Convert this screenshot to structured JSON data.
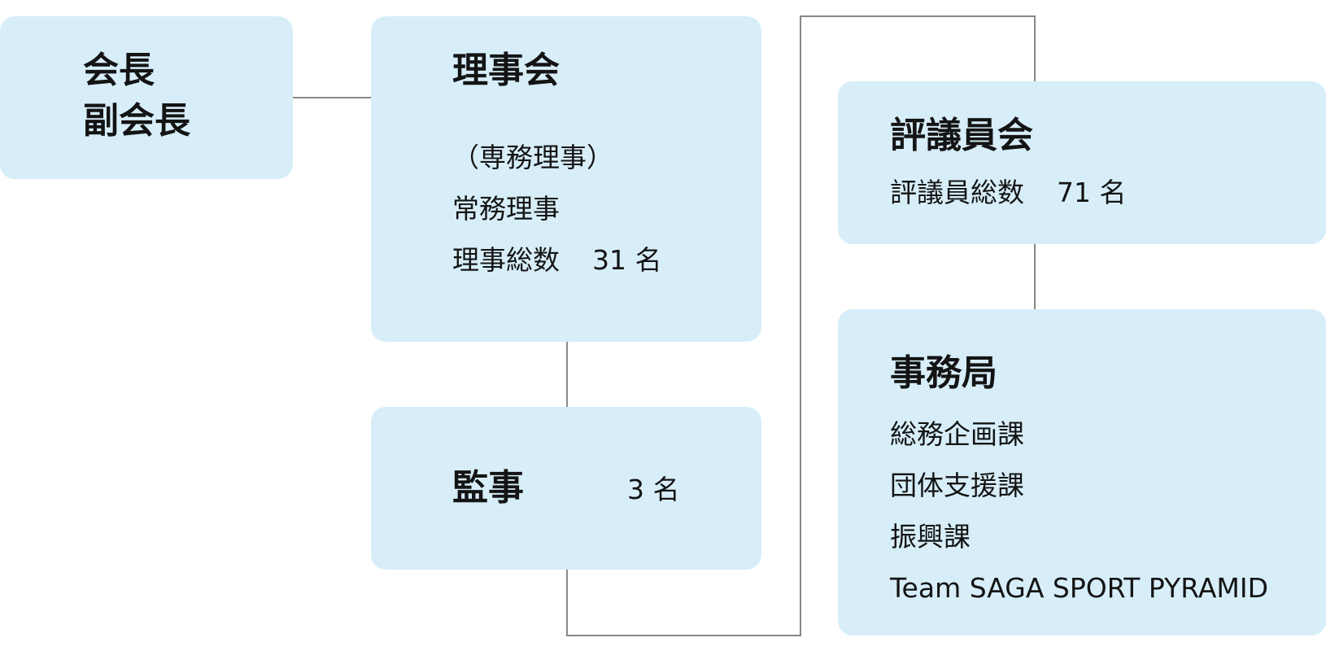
{
  "colors": {
    "box_fill": "#d7eef9",
    "connector": "#888888",
    "text": "#141414"
  },
  "president": {
    "line1": "会長",
    "line2": "副会長"
  },
  "board": {
    "title": "理事会",
    "items": [
      "（専務理事）",
      "常務理事"
    ],
    "total_label": "理事総数",
    "total_value": "31 名"
  },
  "auditor": {
    "title": "監事",
    "count": "3 名"
  },
  "councilors": {
    "title": "評議員会",
    "total_label": "評議員総数",
    "total_value": "71 名"
  },
  "secretariat": {
    "title": "事務局",
    "items": [
      "総務企画課",
      "団体支援課",
      "振興課",
      "Team SAGA SPORT PYRAMID"
    ]
  }
}
